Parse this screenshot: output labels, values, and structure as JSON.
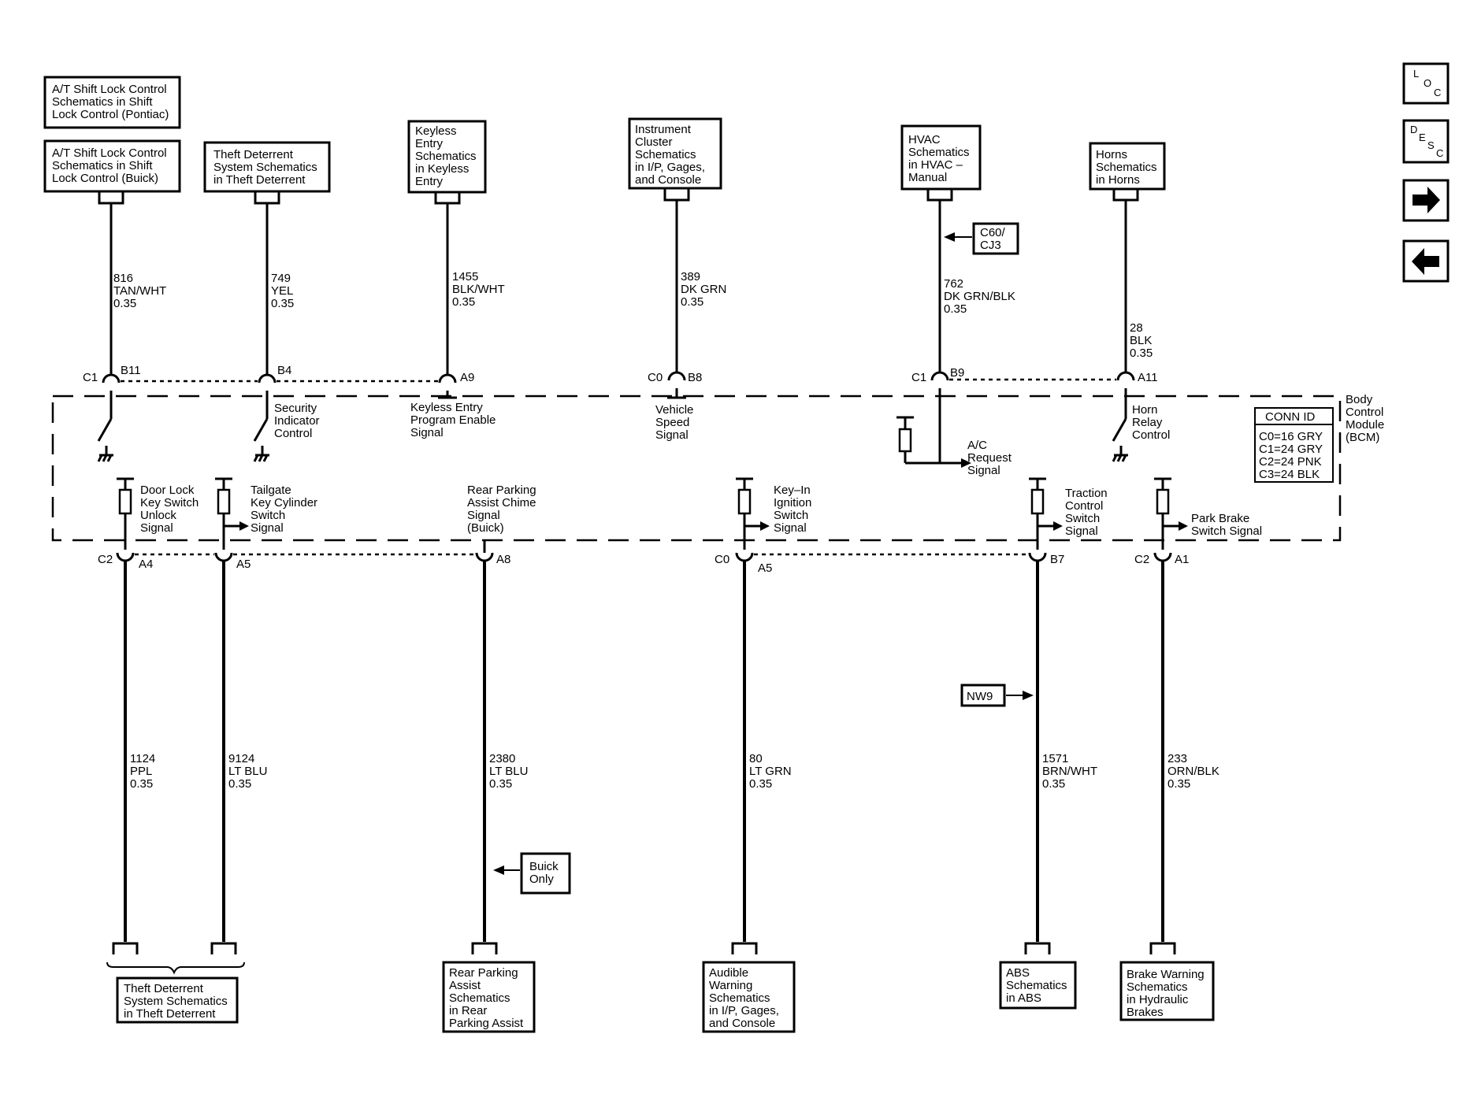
{
  "nav": {
    "loc": [
      "L",
      "O",
      "C"
    ],
    "desc": [
      "D",
      "E",
      "S",
      "C"
    ]
  },
  "top_boxes": {
    "shift_pontiac": [
      "A/T Shift Lock Control",
      "Schematics in Shift",
      "Lock Control (Pontiac)"
    ],
    "shift_buick": [
      "A/T Shift Lock Control",
      "Schematics in Shift",
      "Lock Control (Buick)"
    ],
    "theft": [
      "Theft Deterrent",
      "System Schematics",
      "in Theft Deterrent"
    ],
    "keyless": [
      "Keyless",
      "Entry",
      "Schematics",
      "in Keyless",
      "Entry"
    ],
    "instrument": [
      "Instrument",
      "Cluster",
      "Schematics",
      "in I/P, Gages,",
      "and Console"
    ],
    "hvac": [
      "HVAC",
      "Schematics",
      "in HVAC –",
      "Manual"
    ],
    "horns": [
      "Horns",
      "Schematics",
      "in Horns"
    ]
  },
  "option_boxes": {
    "c60": [
      "C60/",
      "CJ3"
    ],
    "nw9": [
      "NW9"
    ],
    "buick_only": [
      "Buick",
      "Only"
    ]
  },
  "top_wires": {
    "w816": [
      "816",
      "TAN/WHT",
      "0.35"
    ],
    "w749": [
      "749",
      "YEL",
      "0.35"
    ],
    "w1455": [
      "1455",
      "BLK/WHT",
      "0.35"
    ],
    "w389": [
      "389",
      "DK GRN",
      "0.35"
    ],
    "w762": [
      "762",
      "DK GRN/BLK",
      "0.35"
    ],
    "w28": [
      "28",
      "BLK",
      "0.35"
    ]
  },
  "top_pins": {
    "c1_b11": [
      "C1",
      "B11"
    ],
    "b4": "B4",
    "a9": "A9",
    "c0_b8": [
      "C0",
      "B8"
    ],
    "c1_b9": [
      "C1",
      "B9"
    ],
    "a11": "A11"
  },
  "bcm": {
    "label": [
      "Body",
      "Control",
      "Module",
      "(BCM)"
    ],
    "conn_id_title": "CONN ID",
    "conn_ids": [
      "C0=16 GRY",
      "C1=24 GRY",
      "C2=24 PNK",
      "C3=24 BLK"
    ]
  },
  "signals": {
    "security": [
      "Security",
      "Indicator",
      "Control"
    ],
    "keyless_prog": [
      "Keyless Entry",
      "Program Enable",
      "Signal"
    ],
    "vehicle_speed": [
      "Vehicle",
      "Speed",
      "Signal"
    ],
    "ac_request": [
      "A/C",
      "Request",
      "Signal"
    ],
    "horn_relay": [
      "Horn",
      "Relay",
      "Control"
    ],
    "door_lock": [
      "Door Lock",
      "Key Switch",
      "Unlock",
      "Signal"
    ],
    "tailgate": [
      "Tailgate",
      "Key Cylinder",
      "Switch",
      "Signal"
    ],
    "rear_parking_chime": [
      "Rear Parking",
      "Assist  Chime",
      "Signal",
      "(Buick)"
    ],
    "key_in": [
      "Key–In",
      "Ignition",
      "Switch",
      "Signal"
    ],
    "traction": [
      "Traction",
      "Control",
      "Switch",
      "Signal"
    ],
    "park_brake": [
      "Park Brake",
      "Switch Signal"
    ]
  },
  "bottom_pins": {
    "c2_a4": [
      "C2",
      "A4"
    ],
    "a5_1": "A5",
    "a8": "A8",
    "c0_a5": [
      "C0",
      "A5"
    ],
    "b7": "B7",
    "c2_a1": [
      "C2",
      "A1"
    ]
  },
  "bottom_wires": {
    "w1124": [
      "1124",
      "PPL",
      "0.35"
    ],
    "w9124": [
      "9124",
      "LT BLU",
      "0.35"
    ],
    "w2380": [
      "2380",
      "LT BLU",
      "0.35"
    ],
    "w80": [
      "80",
      "LT GRN",
      "0.35"
    ],
    "w1571": [
      "1571",
      "BRN/WHT",
      "0.35"
    ],
    "w233": [
      "233",
      "ORN/BLK",
      "0.35"
    ]
  },
  "bottom_boxes": {
    "theft": [
      "Theft Deterrent",
      "System Schematics",
      "in Theft Deterrent"
    ],
    "rear_parking": [
      "Rear Parking",
      "Assist",
      "Schematics",
      "in Rear",
      "Parking Assist"
    ],
    "audible": [
      "Audible",
      "Warning",
      "Schematics",
      "in I/P, Gages,",
      "and Console"
    ],
    "abs": [
      "ABS",
      "Schematics",
      "in ABS"
    ],
    "brake": [
      "Brake Warning",
      "Schematics",
      "in Hydraulic",
      "Brakes"
    ]
  }
}
